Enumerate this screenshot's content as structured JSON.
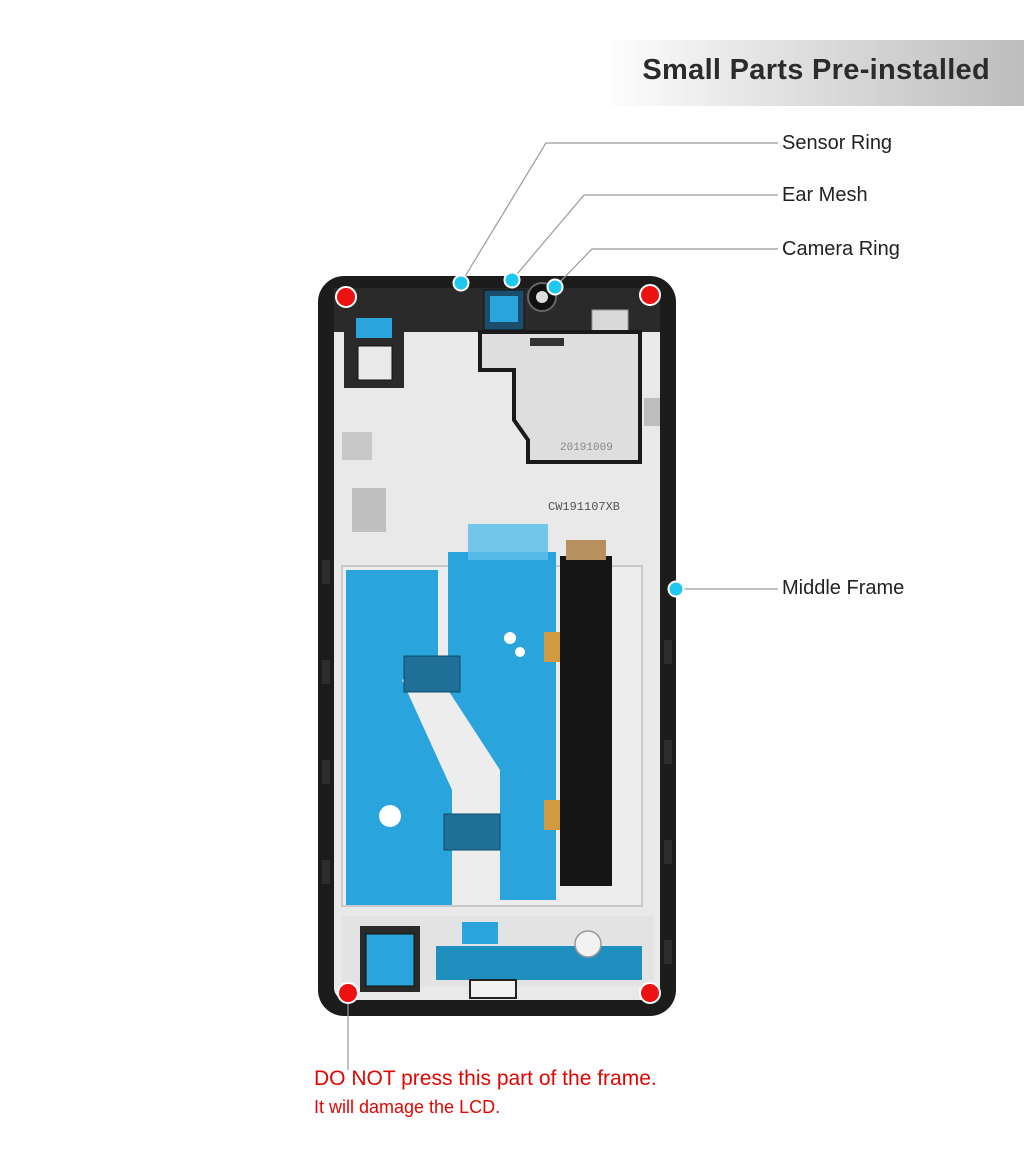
{
  "header": {
    "title": "Small Parts Pre-installed"
  },
  "callouts": {
    "sensor_ring": "Sensor Ring",
    "ear_mesh": "Ear Mesh",
    "camera_ring": "Camera Ring",
    "middle_frame": "Middle Frame"
  },
  "warning": {
    "line1": "DO NOT press this part of the frame.",
    "line2": "It will damage the LCD."
  },
  "frame_markings": {
    "code1": "CW191107XB",
    "code2": "20191009"
  },
  "colors": {
    "callout_dot": "#1ec8ee",
    "warning_dot": "#ee1111",
    "warning_text": "#e10600",
    "frame": "#1c1c1c",
    "plate": "#e9e9e9",
    "film": "#2aa4dc",
    "flex": "#151515"
  }
}
